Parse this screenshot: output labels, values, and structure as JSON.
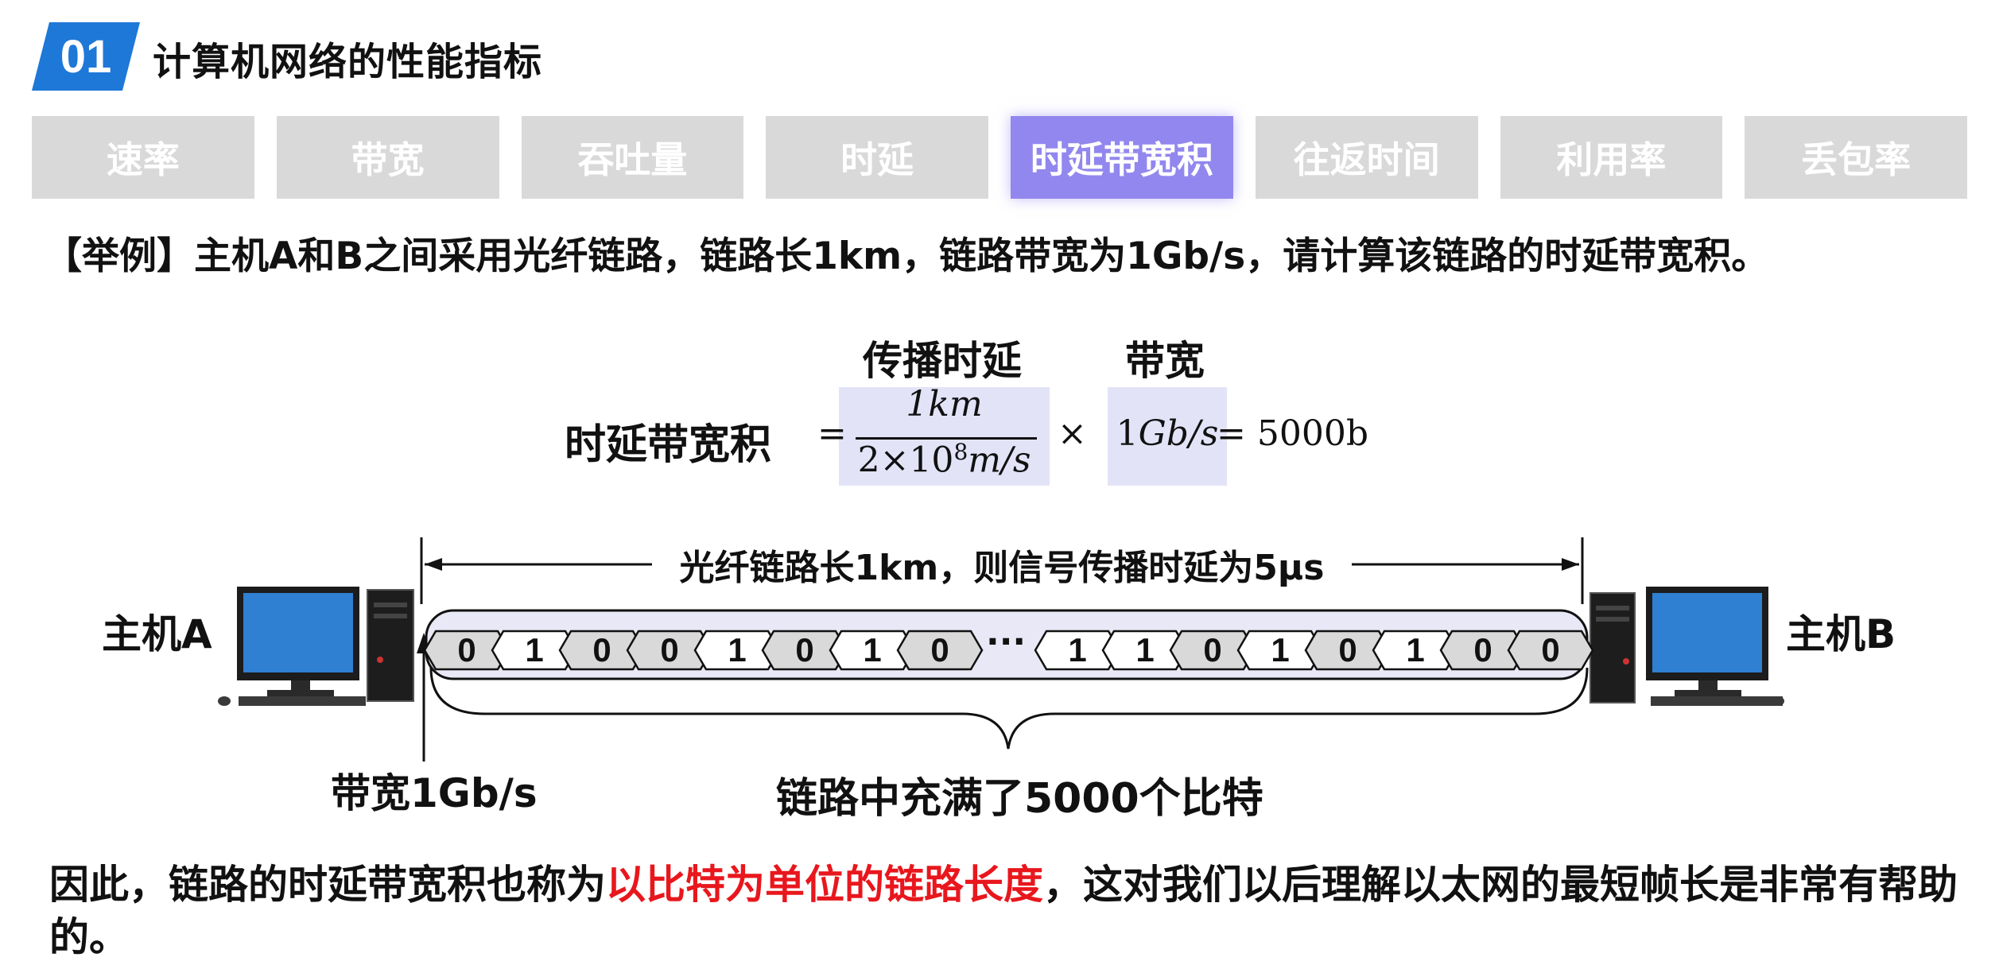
{
  "header": {
    "section_number": "01",
    "title": "计算机网络的性能指标"
  },
  "colors": {
    "badge": "#1e78d7",
    "tab_inactive": "#d9d9d9",
    "tab_active": "#9287ee",
    "highlight_fill": "#e3e3f8",
    "red_text": "#e8171d",
    "bit_fill_gray": "#d9d9d9"
  },
  "tabs": [
    {
      "label": "速率",
      "active": false
    },
    {
      "label": "带宽",
      "active": false
    },
    {
      "label": "吞吐量",
      "active": false
    },
    {
      "label": "时延",
      "active": false
    },
    {
      "label": "时延带宽积",
      "active": true
    },
    {
      "label": "往返时间",
      "active": false
    },
    {
      "label": "利用率",
      "active": false
    },
    {
      "label": "丢包率",
      "active": false
    }
  ],
  "problem": "【举例】主机A和B之间采用光纤链路，链路长1km，链路带宽为1Gb/s，请计算该链路的时延带宽积。",
  "formula": {
    "name": "时延带宽积",
    "label_delay": "传播时延",
    "label_bandwidth": "带宽",
    "equals": "=",
    "numerator": "1km",
    "denominator_prefix": "2×10",
    "denominator_exp": "8",
    "denominator_unit": "m/s",
    "times": "×",
    "bandwidth_num": "1",
    "bandwidth_unit": "Gb/s",
    "result": "= 5000b"
  },
  "diagram": {
    "arrow_label": "光纤链路长1km，则信号传播时延为5μs",
    "host_a": "主机A",
    "host_b": "主机B",
    "bandwidth_label": "带宽1Gb/s",
    "fill_label": "链路中充满了5000个比特",
    "ellipsis": "···",
    "bits_left": [
      "0",
      "1",
      "0",
      "0",
      "1",
      "0",
      "1",
      "0"
    ],
    "bits_right": [
      "1",
      "1",
      "0",
      "1",
      "0",
      "1",
      "0",
      "0"
    ]
  },
  "conclusion": {
    "before": "因此，链路的时延带宽积也称为",
    "highlight": "以比特为单位的链路长度",
    "after": "，这对我们以后理解以太网的最短帧长是非常有帮助的。"
  }
}
